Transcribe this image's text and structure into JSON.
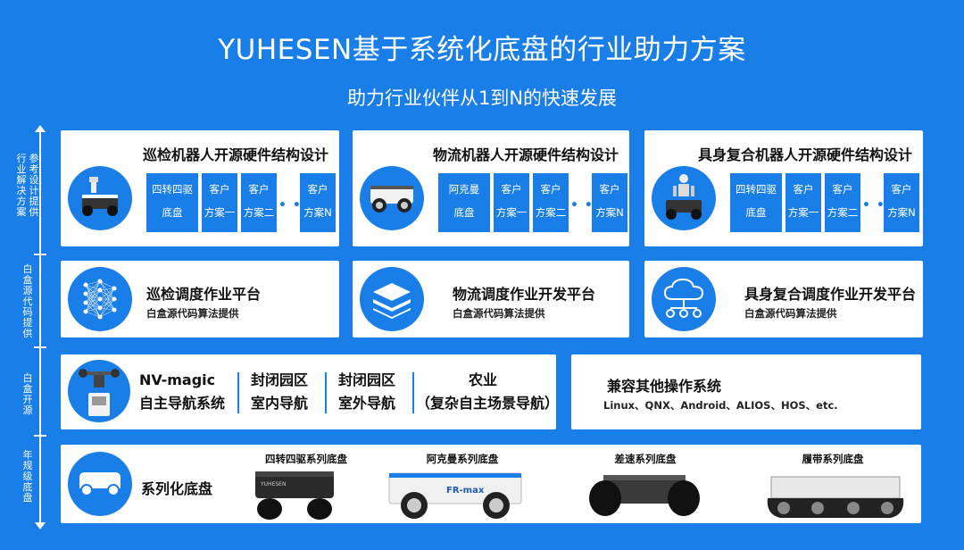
{
  "header": {
    "title": "YUHESEN基于系统化底盘的行业助力方案",
    "subtitle": "助力行业伙伴从1到N的快速发展"
  },
  "axis": {
    "labels": [
      "参考设计提供\n行业解决方案",
      "白盒源代码提供",
      "白盒开源",
      "年规级底盘"
    ]
  },
  "row1": [
    {
      "title": "巡检机器人开源硬件结构设计",
      "boxes": [
        "四转四驱\n底盘",
        "客户\n方案一",
        "客户\n方案二",
        "客户\n方案N"
      ],
      "dots": "• • •"
    },
    {
      "title": "物流机器人开源硬件结构设计",
      "boxes": [
        "阿克曼\n底盘",
        "客户\n方案一",
        "客户\n方案二",
        "客户\n方案N"
      ],
      "dots": "• • •"
    },
    {
      "title": "具身复合机器人开源硬件结构设计",
      "boxes": [
        "四转四驱\n底盘",
        "客户\n方案一",
        "客户\n方案二",
        "客户\n方案N"
      ],
      "dots": "• • •"
    }
  ],
  "row2": [
    {
      "title": "巡检调度作业平台",
      "sub": "白盒源代码算法提供",
      "icon": "neural-network-icon"
    },
    {
      "title": "物流调度作业开发平台",
      "sub": "白盒源代码算法提供",
      "icon": "layers-icon"
    },
    {
      "title": "具身复合调度作业开发平台",
      "sub": "白盒源代码算法提供",
      "icon": "cloud-network-icon"
    }
  ],
  "row3": {
    "nav": [
      {
        "line1": "NV-magic",
        "line2": "自主导航系统"
      },
      {
        "line1": "封闭园区",
        "line2": "室内导航"
      },
      {
        "line1": "封闭园区",
        "line2": "室外导航"
      },
      {
        "line1": "农业",
        "line2": "（复杂自主场景导航）"
      }
    ],
    "os_title": "兼容其他操作系统",
    "os_list": "Linux、QNX、Android、ALIOS、HOS、etc."
  },
  "row4": {
    "title": "系列化底盘",
    "chassis": [
      "四转四驱系列底盘",
      "阿克曼系列底盘",
      "差速系列底盘",
      "履带系列底盘"
    ],
    "brand_text": "FR-max",
    "brand_small": "YUHESEN"
  },
  "colors": {
    "background": "#1a7ee8",
    "card": "#ffffff",
    "accent": "#1a7ee8"
  }
}
